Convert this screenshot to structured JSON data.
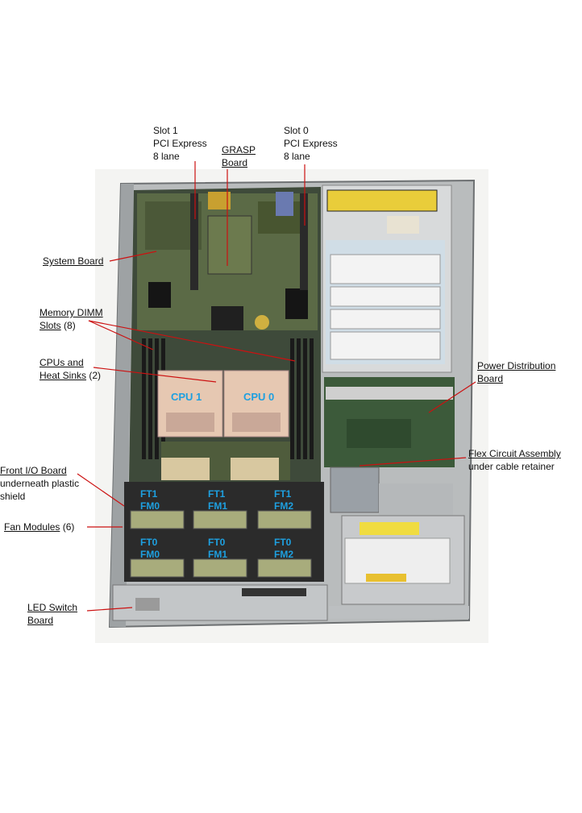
{
  "labels": {
    "slot1": [
      "Slot 1",
      "PCI Express",
      "8 lane"
    ],
    "grasp": [
      "GRASP",
      "Board"
    ],
    "slot0": [
      "Slot 0",
      "PCI Express",
      "8 lane"
    ],
    "system_board": "System Board",
    "memory": [
      "Memory DIMM",
      "Slots"
    ],
    "memory_count": "(8)",
    "cpus": [
      "CPUs and",
      "Heat Sinks"
    ],
    "cpus_count": "(2)",
    "power": [
      "Power Distribution",
      "Board"
    ],
    "flex": "Flex Circuit Assembly",
    "flex_sub": "under cable retainer",
    "front_io": "Front I/O Board",
    "front_io_sub": [
      "underneath plastic",
      "shield"
    ],
    "fans": "Fan Modules",
    "fans_count": "(6)",
    "led": [
      "LED Switch",
      "Board"
    ]
  },
  "cpu_tags": [
    "CPU 1",
    "CPU 0"
  ],
  "fan_tags": [
    [
      "FT1",
      "FM0"
    ],
    [
      "FT1",
      "FM1"
    ],
    [
      "FT1",
      "FM2"
    ],
    [
      "FT0",
      "FM0"
    ],
    [
      "FT0",
      "FM1"
    ],
    [
      "FT0",
      "FM2"
    ]
  ],
  "colors": {
    "leader": "#cc1111",
    "tag": "#1ea0e0"
  }
}
